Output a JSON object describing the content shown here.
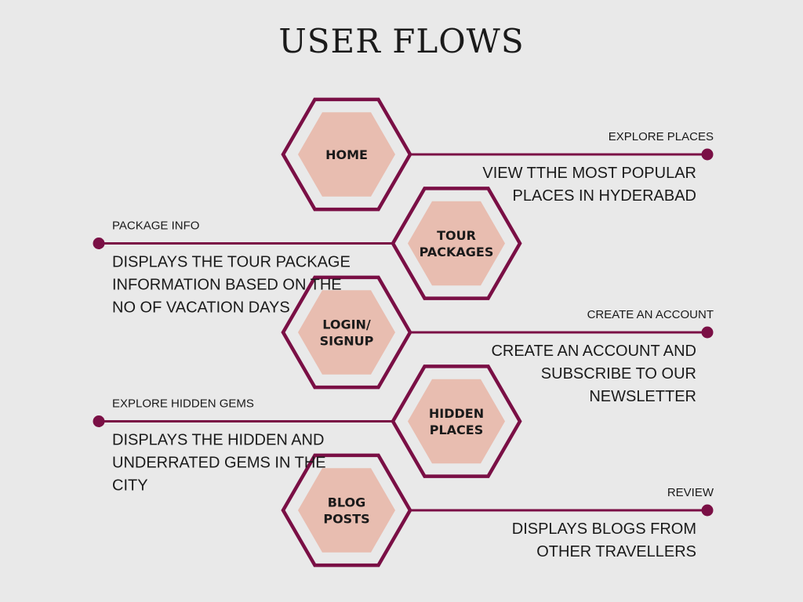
{
  "title": "USER FLOWS",
  "colors": {
    "background": "#e9e9e9",
    "connector": "#7a0f45",
    "hex_fill": "#e8bdb0",
    "hex_gap": "#e9e9e9"
  },
  "flows": [
    {
      "node_lines": [
        "HOME"
      ],
      "category": "EXPLORE PLACES",
      "description_lines": [
        "VIEW TTHE MOST POPULAR",
        "PLACES IN HYDERABAD"
      ],
      "side": "right"
    },
    {
      "node_lines": [
        "TOUR",
        "PACKAGES"
      ],
      "category": "PACKAGE INFO",
      "description_lines": [
        "DISPLAYS THE TOUR PACKAGE",
        "INFORMATION BASED ON THE",
        "NO OF VACATION DAYS"
      ],
      "side": "left"
    },
    {
      "node_lines": [
        "LOGIN/",
        "SIGNUP"
      ],
      "category": "CREATE AN ACCOUNT",
      "description_lines": [
        "CREATE AN ACCOUNT AND",
        "SUBSCRIBE TO OUR",
        "NEWSLETTER"
      ],
      "side": "right"
    },
    {
      "node_lines": [
        "HIDDEN",
        "PLACES"
      ],
      "category": "EXPLORE HIDDEN GEMS",
      "description_lines": [
        "DISPLAYS THE HIDDEN AND",
        "UNDERRATED GEMS IN THE",
        "CITY"
      ],
      "side": "left"
    },
    {
      "node_lines": [
        "BLOG",
        "POSTS"
      ],
      "category": "REVIEW",
      "description_lines": [
        "DISPLAYS BLOGS FROM",
        "OTHER TRAVELLERS"
      ],
      "side": "right"
    }
  ]
}
